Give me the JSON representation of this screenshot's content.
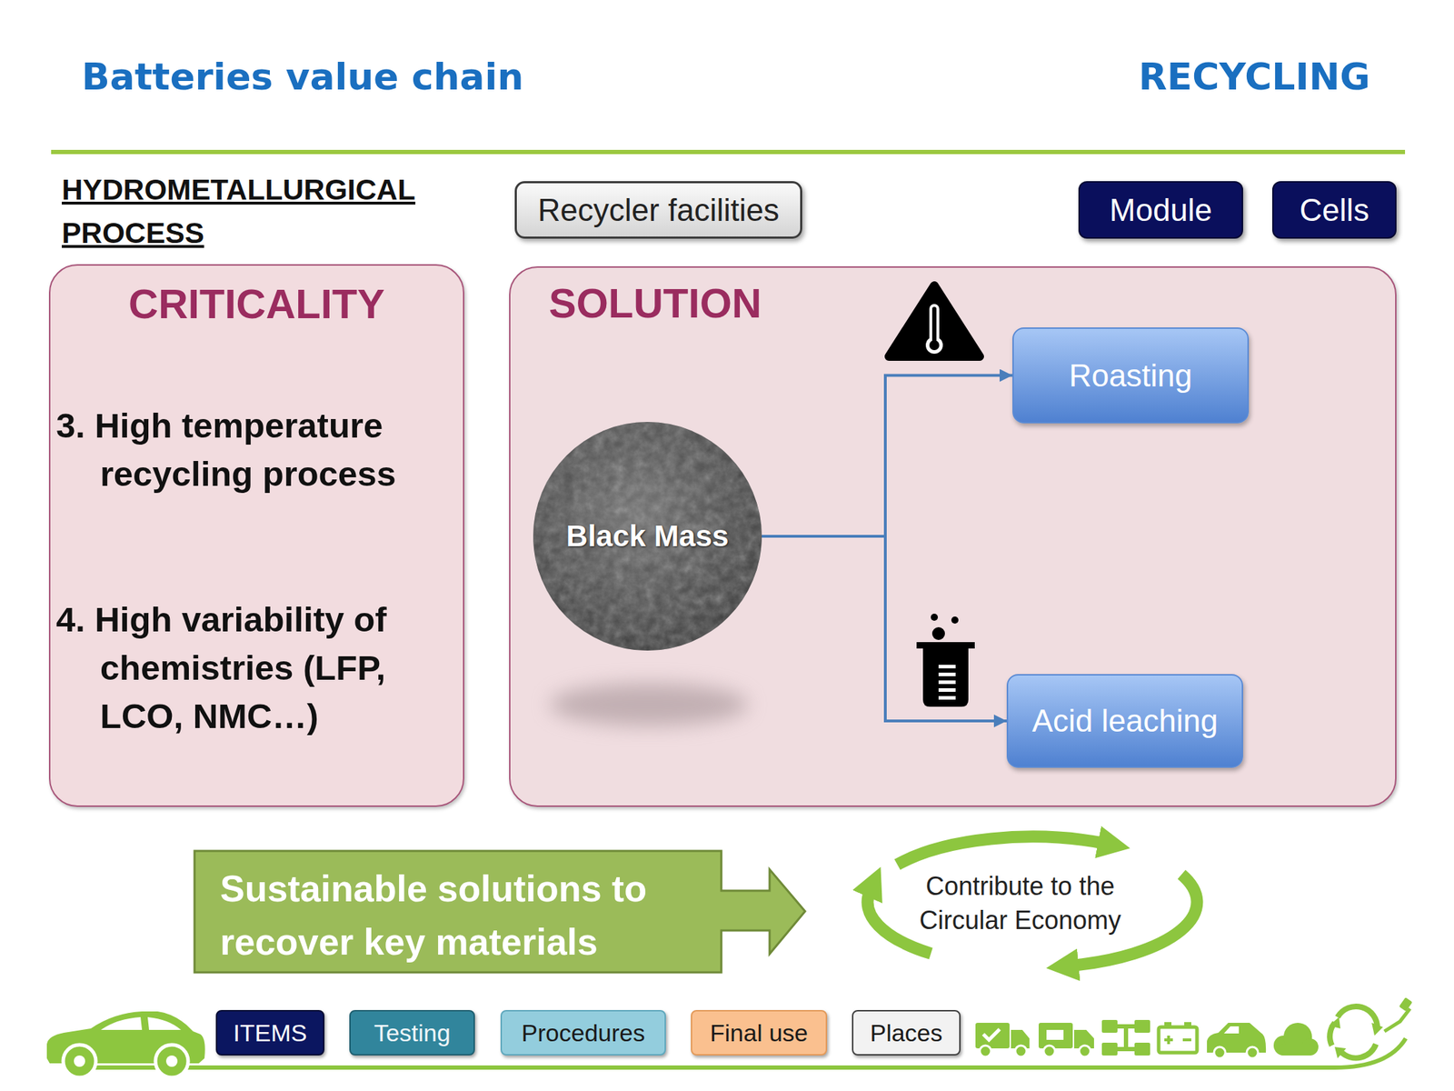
{
  "diagram": {
    "title": "Batteries value chain",
    "nodes": [
      {
        "text": [
          "Recycler facilities"
        ]
      },
      {
        "text": [
          "Module"
        ]
      },
      {
        "text": [
          "Cells"
        ]
      },
      {
        "text": [
          "CRITICALITY",
          "3. High temperature recycling process",
          "4. High variability of chemistries (LFP, LCO, NMC…)"
        ]
      },
      {
        "text": [
          "SOLUTION"
        ]
      },
      {
        "text": [
          "Black Mass"
        ],
        "in": 4
      },
      {
        "text": [
          "Roasting"
        ],
        "in": 4
      },
      {
        "text": [
          "Acid leaching"
        ],
        "in": 4
      },
      {
        "text": [
          "Sustainable solutions to recover key materials"
        ]
      },
      {
        "text": [
          "Contribute to the Circular Economy"
        ]
      },
      {
        "text": [
          "ITEMS"
        ]
      },
      {
        "text": [
          "Testing"
        ]
      },
      {
        "text": [
          "Procedures"
        ]
      },
      {
        "text": [
          "Final use"
        ]
      },
      {
        "text": [
          "Places"
        ]
      }
    ],
    "edges": [
      {
        "from": 5,
        "to": 6,
        "arrow": "to"
      },
      {
        "from": 5,
        "to": 7,
        "arrow": "to"
      }
    ],
    "labels": [
      "RECYCLING",
      "HYDROMETALLURGICAL PROCESS"
    ]
  }
}
